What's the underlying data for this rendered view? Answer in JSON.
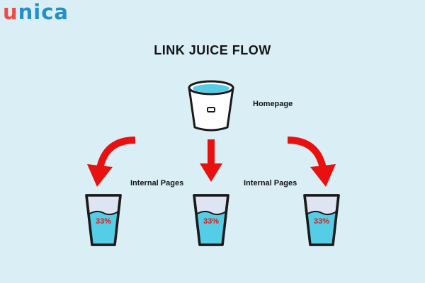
{
  "logo": {
    "first_letter": "u",
    "rest": "nica"
  },
  "title": "LINK JUICE FLOW",
  "homepage_label": "Homepage",
  "internal_left_label": "Internal Pages",
  "internal_right_label": "Internal Pages",
  "glasses": [
    {
      "percent": "33%"
    },
    {
      "percent": "33%"
    },
    {
      "percent": "33%"
    }
  ],
  "colors": {
    "background": "#d9eef5",
    "arrow": "#e8110f",
    "water": "#54cde6",
    "logo_accent": "#ef4a4a",
    "logo_main": "#2490c8"
  },
  "icons": {
    "source": "bucket-icon",
    "targets": "glass-icon",
    "flow": "curved-arrow-icon"
  }
}
